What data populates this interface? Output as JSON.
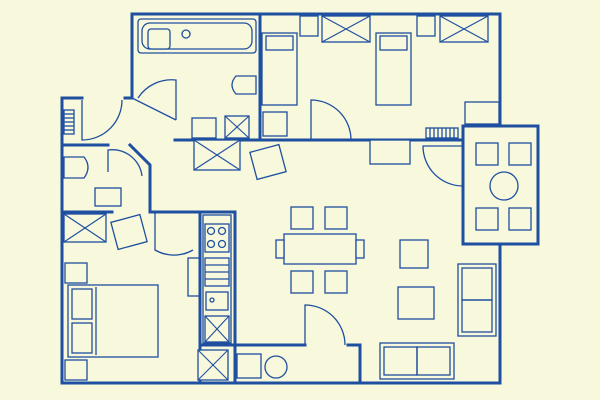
{
  "floorplan": {
    "colors": {
      "background": "#f7f8dc",
      "line": "#1f4fa0"
    },
    "rooms": [
      "bathroom",
      "twin-bedroom",
      "entry-hall",
      "wc",
      "master-bedroom",
      "kitchen",
      "living-dining",
      "balcony"
    ],
    "fixtures": [
      "bathtub",
      "toilet",
      "sink",
      "bed",
      "stove",
      "dining-table",
      "sofa",
      "armchair"
    ]
  }
}
